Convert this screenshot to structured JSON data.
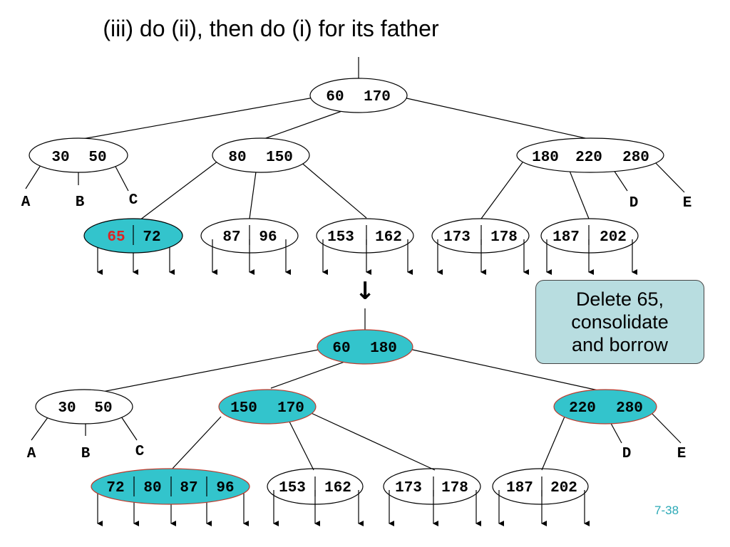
{
  "title": "(iii) do (ii), then do (i) for its father",
  "callout": "Delete 65,\nconsolidate\nand borrow",
  "slide_number": "7-38",
  "arrow_glyph": "↓",
  "colors": {
    "highlight": "#33c4cc",
    "highlight_border": "#c0392b",
    "deleted_key": "#dd2222"
  },
  "before": {
    "root": [
      "60",
      "170"
    ],
    "level1": [
      [
        "30",
        "50"
      ],
      [
        "80",
        "150"
      ],
      [
        "180",
        "220",
        "280"
      ]
    ],
    "level2": [
      [
        "65",
        "72"
      ],
      [
        "87",
        "96"
      ],
      [
        "153",
        "162"
      ],
      [
        "173",
        "178"
      ],
      [
        "187",
        "202"
      ]
    ],
    "leaves": {
      "a": "A",
      "b": "B",
      "c": "C",
      "d": "D",
      "e": "E"
    }
  },
  "after": {
    "root": [
      "60",
      "180"
    ],
    "level1": [
      [
        "30",
        "50"
      ],
      [
        "150",
        "170"
      ],
      [
        "220",
        "280"
      ]
    ],
    "level2": [
      [
        "72",
        "80",
        "87",
        "96"
      ],
      [
        "153",
        "162"
      ],
      [
        "173",
        "178"
      ],
      [
        "187",
        "202"
      ]
    ],
    "leaves": {
      "a": "A",
      "b": "B",
      "c": "C",
      "d": "D",
      "e": "E"
    }
  }
}
